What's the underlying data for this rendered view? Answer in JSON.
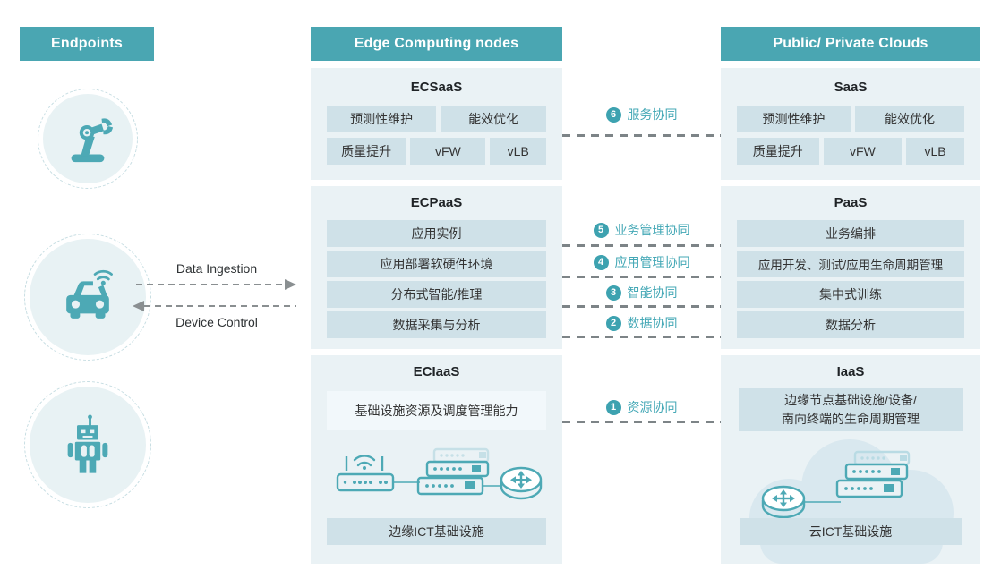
{
  "palette": {
    "header_bg": "#4aa6b2",
    "section_bg": "#eaf2f5",
    "chip_bg": "#cfe1e8",
    "light_chip_bg": "#f2f8fb",
    "accent_text": "#44a8b6",
    "icon_teal": "#4da9b5",
    "dash_gray": "#7d8487",
    "cloud_fill": "#d9e8ef"
  },
  "headers": {
    "endpoints": "Endpoints",
    "edge": "Edge Computing nodes",
    "clouds": "Public/ Private Clouds"
  },
  "endpoint_flows": {
    "ingestion": "Data Ingestion",
    "control": "Device Control"
  },
  "edge": {
    "ecsaas": {
      "title": "ECSaaS",
      "chips": [
        "预测性维护",
        "能效优化",
        "质量提升",
        "vFW",
        "vLB"
      ]
    },
    "ecpaas": {
      "title": "ECPaaS",
      "rows": [
        "应用实例",
        "应用部署软硬件环境",
        "分布式智能/推理",
        "数据采集与分析"
      ]
    },
    "eciaas": {
      "title": "ECIaaS",
      "capability": "基础设施资源及调度管理能力",
      "infra": "边缘ICT基础设施"
    }
  },
  "clouds": {
    "saas": {
      "title": "SaaS",
      "chips": [
        "预测性维护",
        "能效优化",
        "质量提升",
        "vFW",
        "vLB"
      ]
    },
    "paas": {
      "title": "PaaS",
      "rows": [
        "业务编排",
        "应用开发、测试/应用生命周期管理",
        "集中式训练",
        "数据分析"
      ]
    },
    "iaas": {
      "title": "IaaS",
      "capability_l1": "边缘节点基础设施/设备/",
      "capability_l2": "南向终端的生命周期管理",
      "infra": "云ICT基础设施"
    }
  },
  "collaborations": [
    {
      "num": "1",
      "label": "资源协同"
    },
    {
      "num": "2",
      "label": "数据协同"
    },
    {
      "num": "3",
      "label": "智能协同"
    },
    {
      "num": "4",
      "label": "应用管理协同"
    },
    {
      "num": "5",
      "label": "业务管理协同"
    },
    {
      "num": "6",
      "label": "服务协同"
    }
  ],
  "icons": {
    "endpoint_icons": [
      "robot-arm-icon",
      "connected-car-icon",
      "robot-icon"
    ],
    "edge_infra_icons": [
      "wireless-ap-icon",
      "switch-stack-icon",
      "router-icon"
    ],
    "cloud_infra_icons": [
      "router-icon",
      "switch-stack-icon",
      "cloud-shape"
    ]
  }
}
